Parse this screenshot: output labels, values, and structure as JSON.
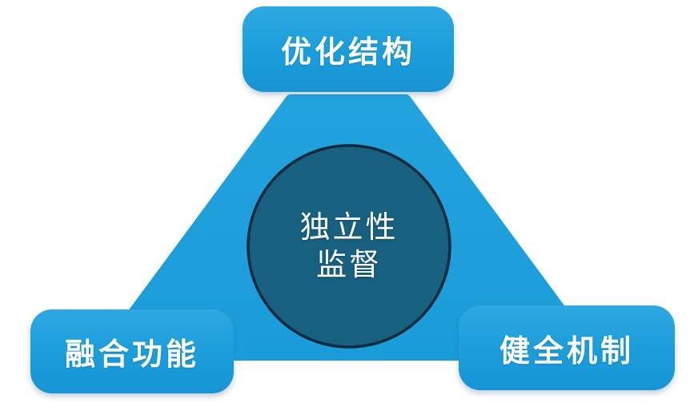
{
  "nodes": {
    "top": {
      "label": "优化结构"
    },
    "left": {
      "label": "融合功能"
    },
    "right": {
      "label": "健全机制"
    },
    "center": {
      "line1": "独立性",
      "line2": "监督"
    }
  },
  "colors": {
    "node_gradient_top": "#2FA8E1",
    "node_gradient_bottom": "#1794D5",
    "triangle_gradient_top": "#22A3DE",
    "triangle_gradient_bottom": "#1B9CDA",
    "circle_fill": "#17607F",
    "circle_border": "#0E2B3E",
    "label_text": "#FFFFFF",
    "background": "#FFFFFF"
  }
}
